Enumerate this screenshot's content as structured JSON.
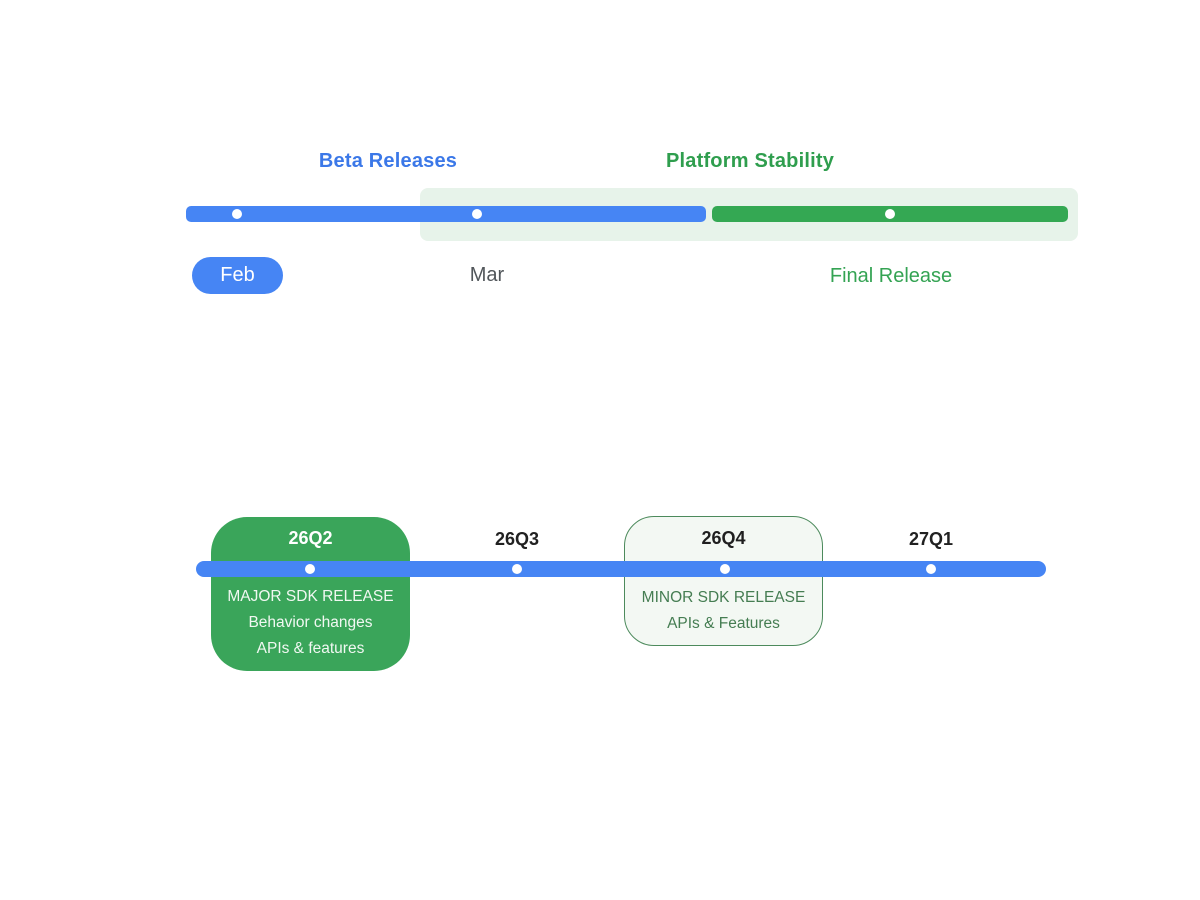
{
  "colors": {
    "blue_heading": "#3B78E8",
    "blue_bar": "#4685F4",
    "green_heading": "#2F9E4E",
    "green_bar": "#34A853",
    "light_green_band": "#E7F3EA",
    "major_box_bg": "#3AA55A",
    "minor_box_bg": "#F3F8F3",
    "minor_box_border": "#4C8A5C",
    "minor_box_text": "#457D52",
    "dark_label": "#212121",
    "gray_label": "#51565A"
  },
  "top_timeline": {
    "beta_heading": "Beta Releases",
    "stability_heading": "Platform Stability",
    "month_pill_label": "Feb",
    "month_label": "Mar",
    "final_release_label": "Final Release"
  },
  "bottom_timeline": {
    "major_box": {
      "title": "26Q2",
      "lines": [
        "MAJOR SDK RELEASE",
        "Behavior changes",
        "APIs & features"
      ]
    },
    "q3_label": "26Q3",
    "minor_box": {
      "title": "26Q4",
      "lines": [
        "MINOR SDK RELEASE",
        "APIs & Features"
      ]
    },
    "q1_label": "27Q1"
  }
}
